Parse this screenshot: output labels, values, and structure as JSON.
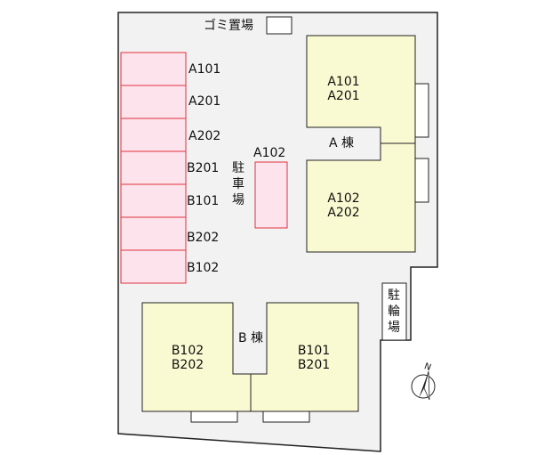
{
  "site": {
    "garbage_label": "ゴミ置場",
    "parking_label": "駐車場",
    "bicycle_label": "駐輪場",
    "north_label": "N"
  },
  "parking_spaces": [
    "A101",
    "A201",
    "A202",
    "B201",
    "B101",
    "B202",
    "B102"
  ],
  "center_parking_label": "A102",
  "building_a": {
    "name": "A 棟",
    "unit_top": [
      "A101",
      "A201"
    ],
    "unit_bottom": [
      "A102",
      "A202"
    ]
  },
  "building_b": {
    "name": "B 棟",
    "unit_left": [
      "B102",
      "B202"
    ],
    "unit_right": [
      "B101",
      "B201"
    ]
  },
  "colors": {
    "lot_fill": "#f2f2f2",
    "building_fill": "#fafad2",
    "parking_fill": "#fde3ec",
    "parking_stroke": "#e0303c",
    "outline": "#222222"
  }
}
